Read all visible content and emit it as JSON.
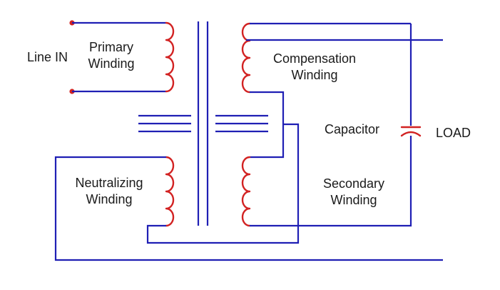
{
  "labels": {
    "line_in": "Line IN",
    "primary_line1": "Primary",
    "primary_line2": "Winding",
    "compensation_line1": "Compensation",
    "compensation_line2": "Winding",
    "capacitor": "Capacitor",
    "load": "LOAD",
    "neutralizing_line1": "Neutralizing",
    "neutralizing_line2": "Winding",
    "secondary_line1": "Secondary",
    "secondary_line2": "Winding"
  },
  "colors": {
    "wire": "#1f1fb4",
    "coil": "#d22222",
    "text": "#1a1a1a",
    "background": "#ffffff"
  }
}
